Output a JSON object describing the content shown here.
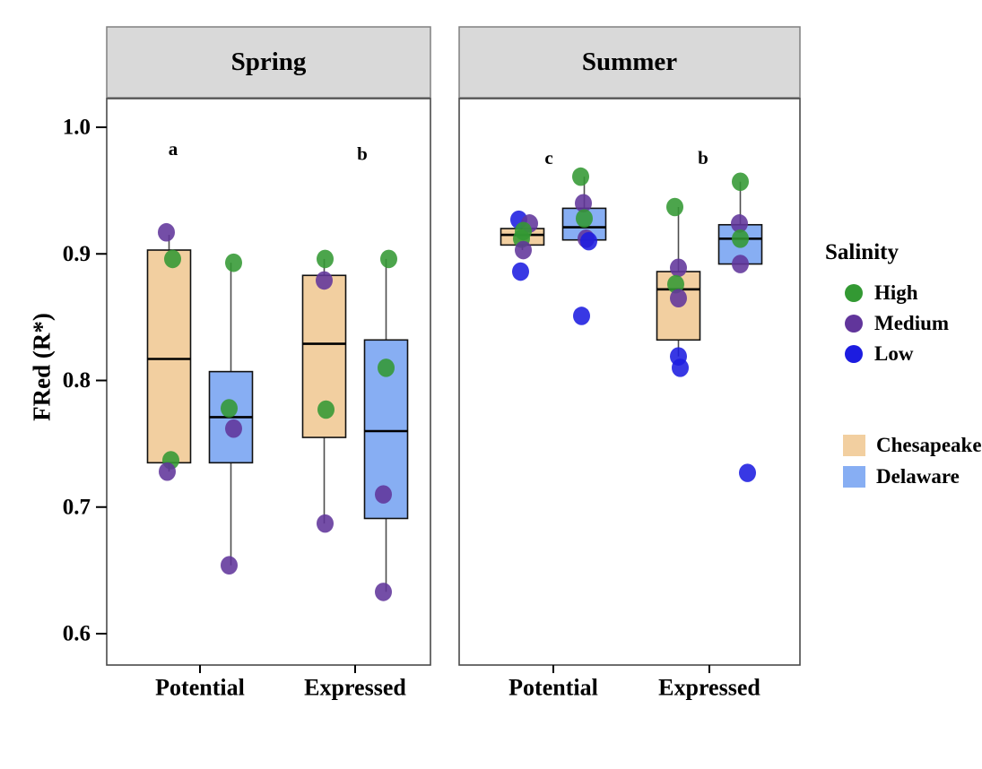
{
  "chart_data": {
    "type": "boxplot",
    "title": "",
    "xlabel": "",
    "ylabel": "FRed (R*)",
    "x_categories": [
      "Potential",
      "Expressed"
    ],
    "y_ticks": [
      "1.0",
      "0.9",
      "0.8",
      "0.7",
      "0.6"
    ],
    "y_tick_values": [
      1.0,
      0.9,
      0.8,
      0.7,
      0.6
    ],
    "ylim": [
      0.575,
      1.023
    ],
    "grid": "off",
    "legend_position": "right",
    "legend": {
      "salinity_title": "Salinity",
      "salinity_items": [
        {
          "label": "High",
          "color": "#339933"
        },
        {
          "label": "Medium",
          "color": "#61359B"
        },
        {
          "label": "Low",
          "color": "#1C1CE0"
        }
      ],
      "estuary_items": [
        {
          "label": "Chesapeake",
          "color": "#F2CFA0"
        },
        {
          "label": "Delaware",
          "color": "#87AEF3"
        }
      ]
    },
    "facets": [
      {
        "title": "Spring",
        "annotations": [
          {
            "label": "a",
            "x": "Potential",
            "dx": -30,
            "value": 0.983
          },
          {
            "label": "b",
            "x": "Expressed",
            "dx": 8,
            "value": 0.979
          }
        ],
        "boxes": [
          {
            "x": "Potential",
            "group": "Chesapeake",
            "q1": 0.735,
            "median": 0.817,
            "q3": 0.903,
            "whisker_low": 0.728,
            "whisker_high": 0.915,
            "points": [
              {
                "salinity": "Medium",
                "value": 0.917,
                "dx": -3
              },
              {
                "salinity": "High",
                "value": 0.896,
                "dx": 4
              },
              {
                "salinity": "High",
                "value": 0.737,
                "dx": 2
              },
              {
                "salinity": "Medium",
                "value": 0.728,
                "dx": -2
              }
            ]
          },
          {
            "x": "Potential",
            "group": "Delaware",
            "q1": 0.735,
            "median": 0.771,
            "q3": 0.807,
            "whisker_low": 0.654,
            "whisker_high": 0.893,
            "points": [
              {
                "salinity": "High",
                "value": 0.893,
                "dx": 3
              },
              {
                "salinity": "High",
                "value": 0.778,
                "dx": -2
              },
              {
                "salinity": "Medium",
                "value": 0.762,
                "dx": 3
              },
              {
                "salinity": "Medium",
                "value": 0.654,
                "dx": -2
              }
            ]
          },
          {
            "x": "Expressed",
            "group": "Chesapeake",
            "q1": 0.755,
            "median": 0.829,
            "q3": 0.883,
            "whisker_low": 0.687,
            "whisker_high": 0.896,
            "points": [
              {
                "salinity": "High",
                "value": 0.896,
                "dx": 1
              },
              {
                "salinity": "Medium",
                "value": 0.879,
                "dx": 0
              },
              {
                "salinity": "High",
                "value": 0.777,
                "dx": 2
              },
              {
                "salinity": "Medium",
                "value": 0.687,
                "dx": 1
              }
            ]
          },
          {
            "x": "Expressed",
            "group": "Delaware",
            "q1": 0.691,
            "median": 0.76,
            "q3": 0.832,
            "whisker_low": 0.633,
            "whisker_high": 0.896,
            "points": [
              {
                "salinity": "High",
                "value": 0.896,
                "dx": 3
              },
              {
                "salinity": "High",
                "value": 0.81,
                "dx": 0
              },
              {
                "salinity": "Medium",
                "value": 0.71,
                "dx": -3
              },
              {
                "salinity": "Medium",
                "value": 0.633,
                "dx": -3
              }
            ]
          }
        ]
      },
      {
        "title": "Summer",
        "annotations": [
          {
            "label": "c",
            "x": "Potential",
            "dx": -5,
            "value": 0.976
          },
          {
            "label": "b",
            "x": "Expressed",
            "dx": -7,
            "value": 0.976
          }
        ],
        "boxes": [
          {
            "x": "Potential",
            "group": "Chesapeake",
            "q1": 0.907,
            "median": 0.915,
            "q3": 0.92,
            "whisker_low": 0.903,
            "whisker_high": 0.927,
            "points": [
              {
                "salinity": "Low",
                "value": 0.927,
                "dx": -4
              },
              {
                "salinity": "Medium",
                "value": 0.924,
                "dx": 8
              },
              {
                "salinity": "High",
                "value": 0.918,
                "dx": 1
              },
              {
                "salinity": "High",
                "value": 0.912,
                "dx": -1
              },
              {
                "salinity": "Medium",
                "value": 0.903,
                "dx": 1
              },
              {
                "salinity": "Low",
                "value": 0.886,
                "dx": -2
              }
            ]
          },
          {
            "x": "Potential",
            "group": "Delaware",
            "q1": 0.911,
            "median": 0.921,
            "q3": 0.936,
            "whisker_low": 0.911,
            "whisker_high": 0.961,
            "points": [
              {
                "salinity": "High",
                "value": 0.961,
                "dx": -4
              },
              {
                "salinity": "Medium",
                "value": 0.94,
                "dx": -1
              },
              {
                "salinity": "High",
                "value": 0.928,
                "dx": 0
              },
              {
                "salinity": "Medium",
                "value": 0.912,
                "dx": 2
              },
              {
                "salinity": "Low",
                "value": 0.91,
                "dx": 5
              },
              {
                "salinity": "Low",
                "value": 0.851,
                "dx": -3
              }
            ]
          },
          {
            "x": "Expressed",
            "group": "Chesapeake",
            "q1": 0.832,
            "median": 0.872,
            "q3": 0.886,
            "whisker_low": 0.819,
            "whisker_high": 0.937,
            "points": [
              {
                "salinity": "High",
                "value": 0.937,
                "dx": -4
              },
              {
                "salinity": "Medium",
                "value": 0.889,
                "dx": 0
              },
              {
                "salinity": "High",
                "value": 0.876,
                "dx": -3
              },
              {
                "salinity": "Medium",
                "value": 0.865,
                "dx": 0
              },
              {
                "salinity": "Low",
                "value": 0.819,
                "dx": 0
              },
              {
                "salinity": "Low",
                "value": 0.81,
                "dx": 2
              }
            ]
          },
          {
            "x": "Expressed",
            "group": "Delaware",
            "q1": 0.892,
            "median": 0.912,
            "q3": 0.923,
            "whisker_low": 0.892,
            "whisker_high": 0.957,
            "points": [
              {
                "salinity": "High",
                "value": 0.957,
                "dx": 0
              },
              {
                "salinity": "Medium",
                "value": 0.924,
                "dx": -1
              },
              {
                "salinity": "High",
                "value": 0.912,
                "dx": 0
              },
              {
                "salinity": "Medium",
                "value": 0.892,
                "dx": 0
              },
              {
                "salinity": "Low",
                "value": 0.727,
                "dx": 8
              }
            ]
          }
        ]
      }
    ],
    "style": {
      "strip_fill": "#D9D9D9",
      "strip_border": "#808080",
      "panel_border": "#4A4A4A",
      "whisker_color": "#4D4D4D",
      "box_border": "#111111",
      "point_opacity": 0.88
    }
  }
}
